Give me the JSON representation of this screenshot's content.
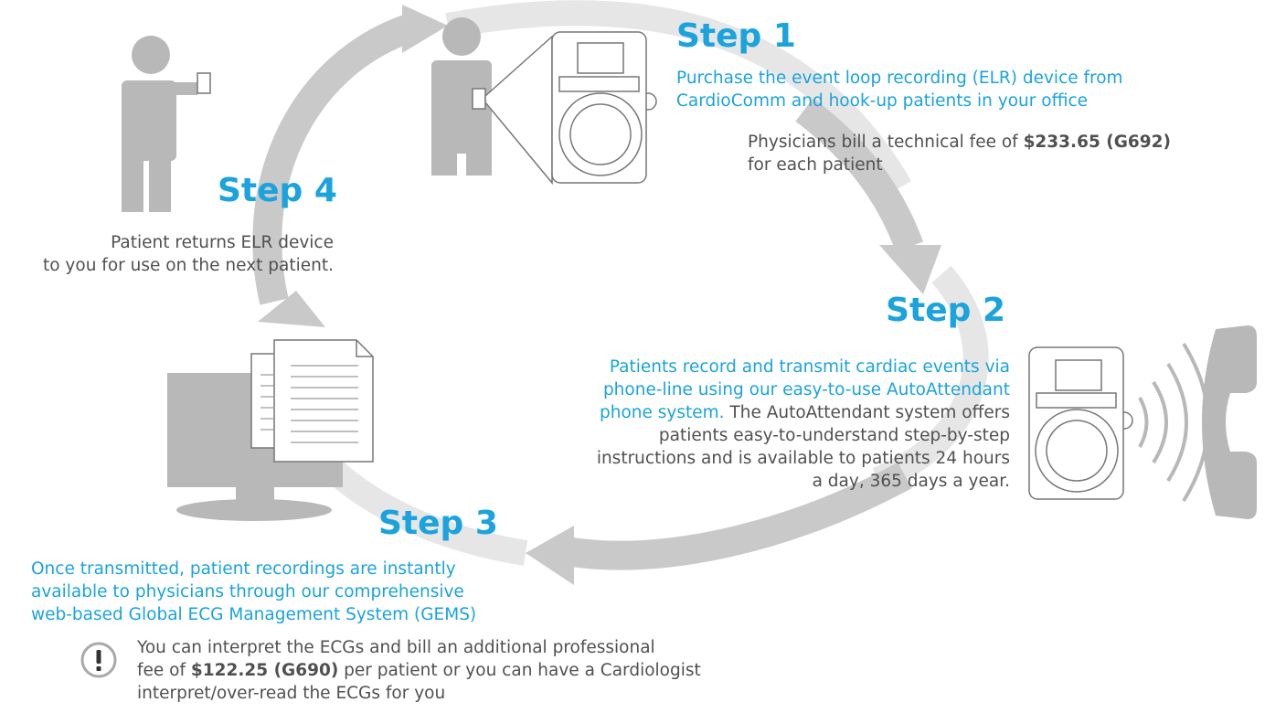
{
  "colors": {
    "accent": "#1aa3dc",
    "body_text": "#505050",
    "graphic_gray": "#b8b8b8",
    "cycle_arrow": "#e4e4e4"
  },
  "step1": {
    "title": "Step 1",
    "desc_lines": [
      "Purchase the event loop recording (ELR) device from",
      "CardioComm and hook-up patients in your office"
    ],
    "fee_prefix": "Physicians bill a technical fee of ",
    "fee_value": "$233.65 (G692)",
    "fee_suffix": "for each patient"
  },
  "step2": {
    "title": "Step 2",
    "blue_lines": [
      "Patients record and transmit cardiac events via",
      "phone-line using our easy-to-use AutoAttendant",
      "phone system."
    ],
    "gray_inline": " The AutoAttendant system offers",
    "gray_lines": [
      "patients easy-to-understand step-by-step",
      "instructions and is available to patients 24 hours",
      "a day, 365 days a year."
    ]
  },
  "step3": {
    "title": "Step 3",
    "desc_lines": [
      "Once transmitted, patient recordings are instantly",
      "available to physicians through our comprehensive",
      "web-based Global ECG Management System (GEMS)"
    ],
    "note_prefix": "You can interpret the ECGs and bill an additional professional",
    "note_line2_prefix": "fee of ",
    "note_fee": "$122.25 (G690)",
    "note_line2_suffix": " per patient or you can have a Cardiologist",
    "note_line3": "interpret/over-read the ECGs for you",
    "alert_icon": "exclamation-circle-icon"
  },
  "step4": {
    "title": "Step 4",
    "desc_lines": [
      "Patient returns ELR device",
      "to you for use on the next patient."
    ]
  }
}
